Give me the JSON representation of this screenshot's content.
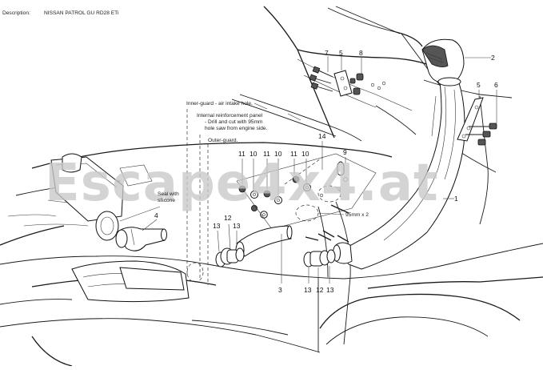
{
  "header": {
    "description_label": "Description:",
    "description_value": "NISSAN PATROL GU RD28 ETi"
  },
  "watermark": {
    "text": "Escape4x4.at",
    "color": "#c8c8c8"
  },
  "callouts": {
    "c1": "1",
    "c2": "2",
    "c3": "3",
    "c4": "4",
    "c5a": "5",
    "c5b": "5",
    "c6": "6",
    "c7": "7",
    "c8": "8",
    "c9": "9",
    "c10a": "10",
    "c10b": "10",
    "c10c": "10",
    "c11a": "11",
    "c11b": "11",
    "c11c": "11",
    "c12a": "12",
    "c12b": "12",
    "c13a": "13",
    "c13b": "13",
    "c13c": "13",
    "c13d": "13",
    "c14": "14"
  },
  "notes": {
    "inner_guard": "Inner-guard - air intake hole.",
    "reinforcement_1": "Internal reinforcement panel",
    "reinforcement_2": "- Drill and cut with 95mm",
    "reinforcement_3": "hole saw from engine side.",
    "outer_guard": "Outer-guard.",
    "seal_1": "Seal with",
    "seal_2": "silicone",
    "hole_size": "95mm x 2"
  }
}
